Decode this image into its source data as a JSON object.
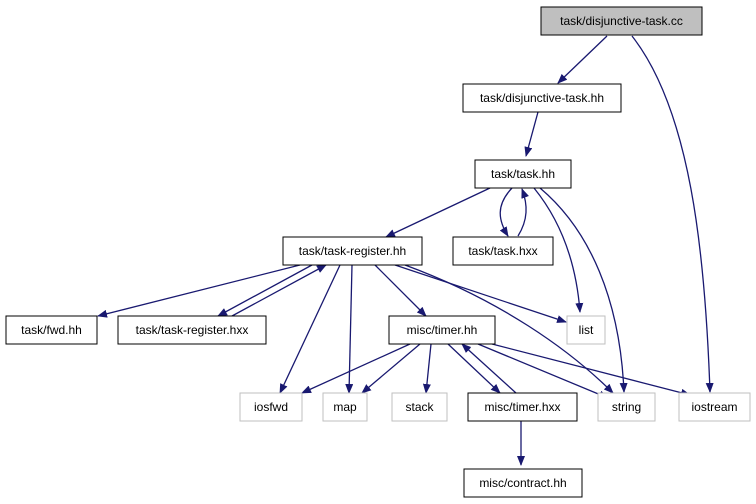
{
  "diagram": {
    "colors": {
      "edge": "#191970",
      "root_fill": "#bfbfbf",
      "box_border": "#000000",
      "external_border": "#bfbfbf",
      "text": "#000000"
    },
    "nodes": {
      "disjunctive_task_cc": "task/disjunctive-task.cc",
      "disjunctive_task_hh": "task/disjunctive-task.hh",
      "task_hh": "task/task.hh",
      "task_register_hh": "task/task-register.hh",
      "task_hxx": "task/task.hxx",
      "fwd_hh": "task/fwd.hh",
      "task_register_hxx": "task/task-register.hxx",
      "timer_hh": "misc/timer.hh",
      "list": "list",
      "iosfwd": "iosfwd",
      "map": "map",
      "stack": "stack",
      "timer_hxx": "misc/timer.hxx",
      "string": "string",
      "iostream": "iostream",
      "contract_hh": "misc/contract.hh"
    }
  }
}
